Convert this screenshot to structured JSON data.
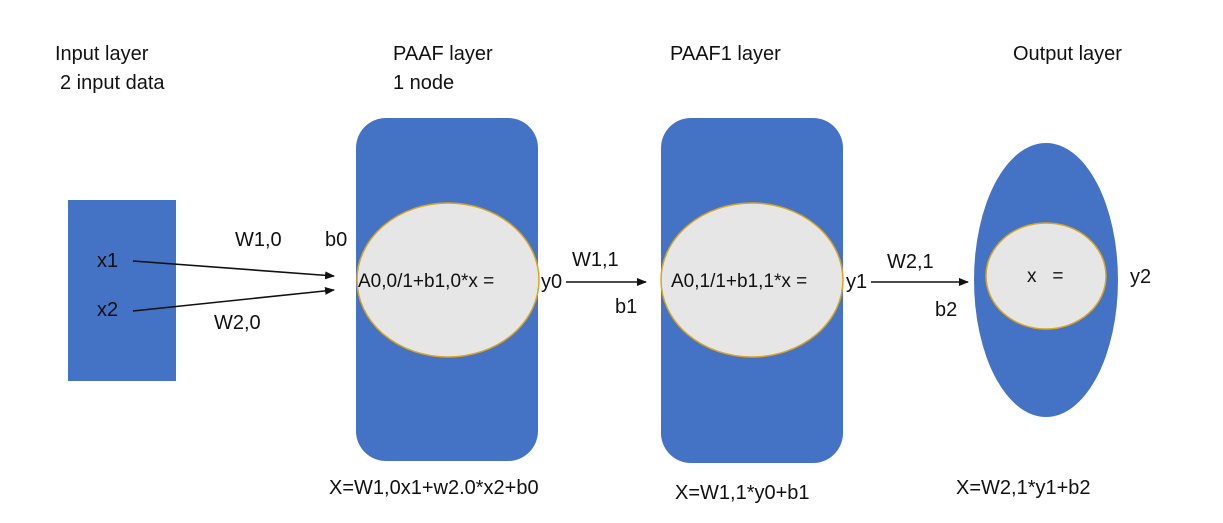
{
  "layers": [
    {
      "id": "input",
      "title": "Input layer",
      "subtitle": "2 input data"
    },
    {
      "id": "paaf",
      "title": "PAAF layer",
      "subtitle": "1 node"
    },
    {
      "id": "paaf1",
      "title": "PAAF1 layer",
      "subtitle": ""
    },
    {
      "id": "output",
      "title": "Output layer",
      "subtitle": ""
    }
  ],
  "inputs": [
    "x1",
    "x2"
  ],
  "weights": {
    "w10": "W1,0",
    "w20": "W2,0",
    "w11": "W1,1",
    "w21": "W2,1"
  },
  "biases": {
    "b0": "b0",
    "b1": "b1",
    "b2": "b2"
  },
  "nodes": {
    "paaf_formula": "A0,0/1+b1,0*x =",
    "paaf_output": "y0",
    "paaf1_formula": "A0,1/1+b1,1*x =",
    "paaf1_output": "y1",
    "output_formula": "x   =",
    "output_output": "y2"
  },
  "equations": {
    "paaf": "X=W1,0x1+w2.0*x2+b0",
    "paaf1": "X=W1,1*y0+b1",
    "output": "X=W2,1*y1+b2"
  },
  "colors": {
    "block_blue": "#4472c4",
    "inner_fill": "#e6e6e6",
    "inner_stroke": "#d9a420",
    "arrow": "#111111"
  }
}
